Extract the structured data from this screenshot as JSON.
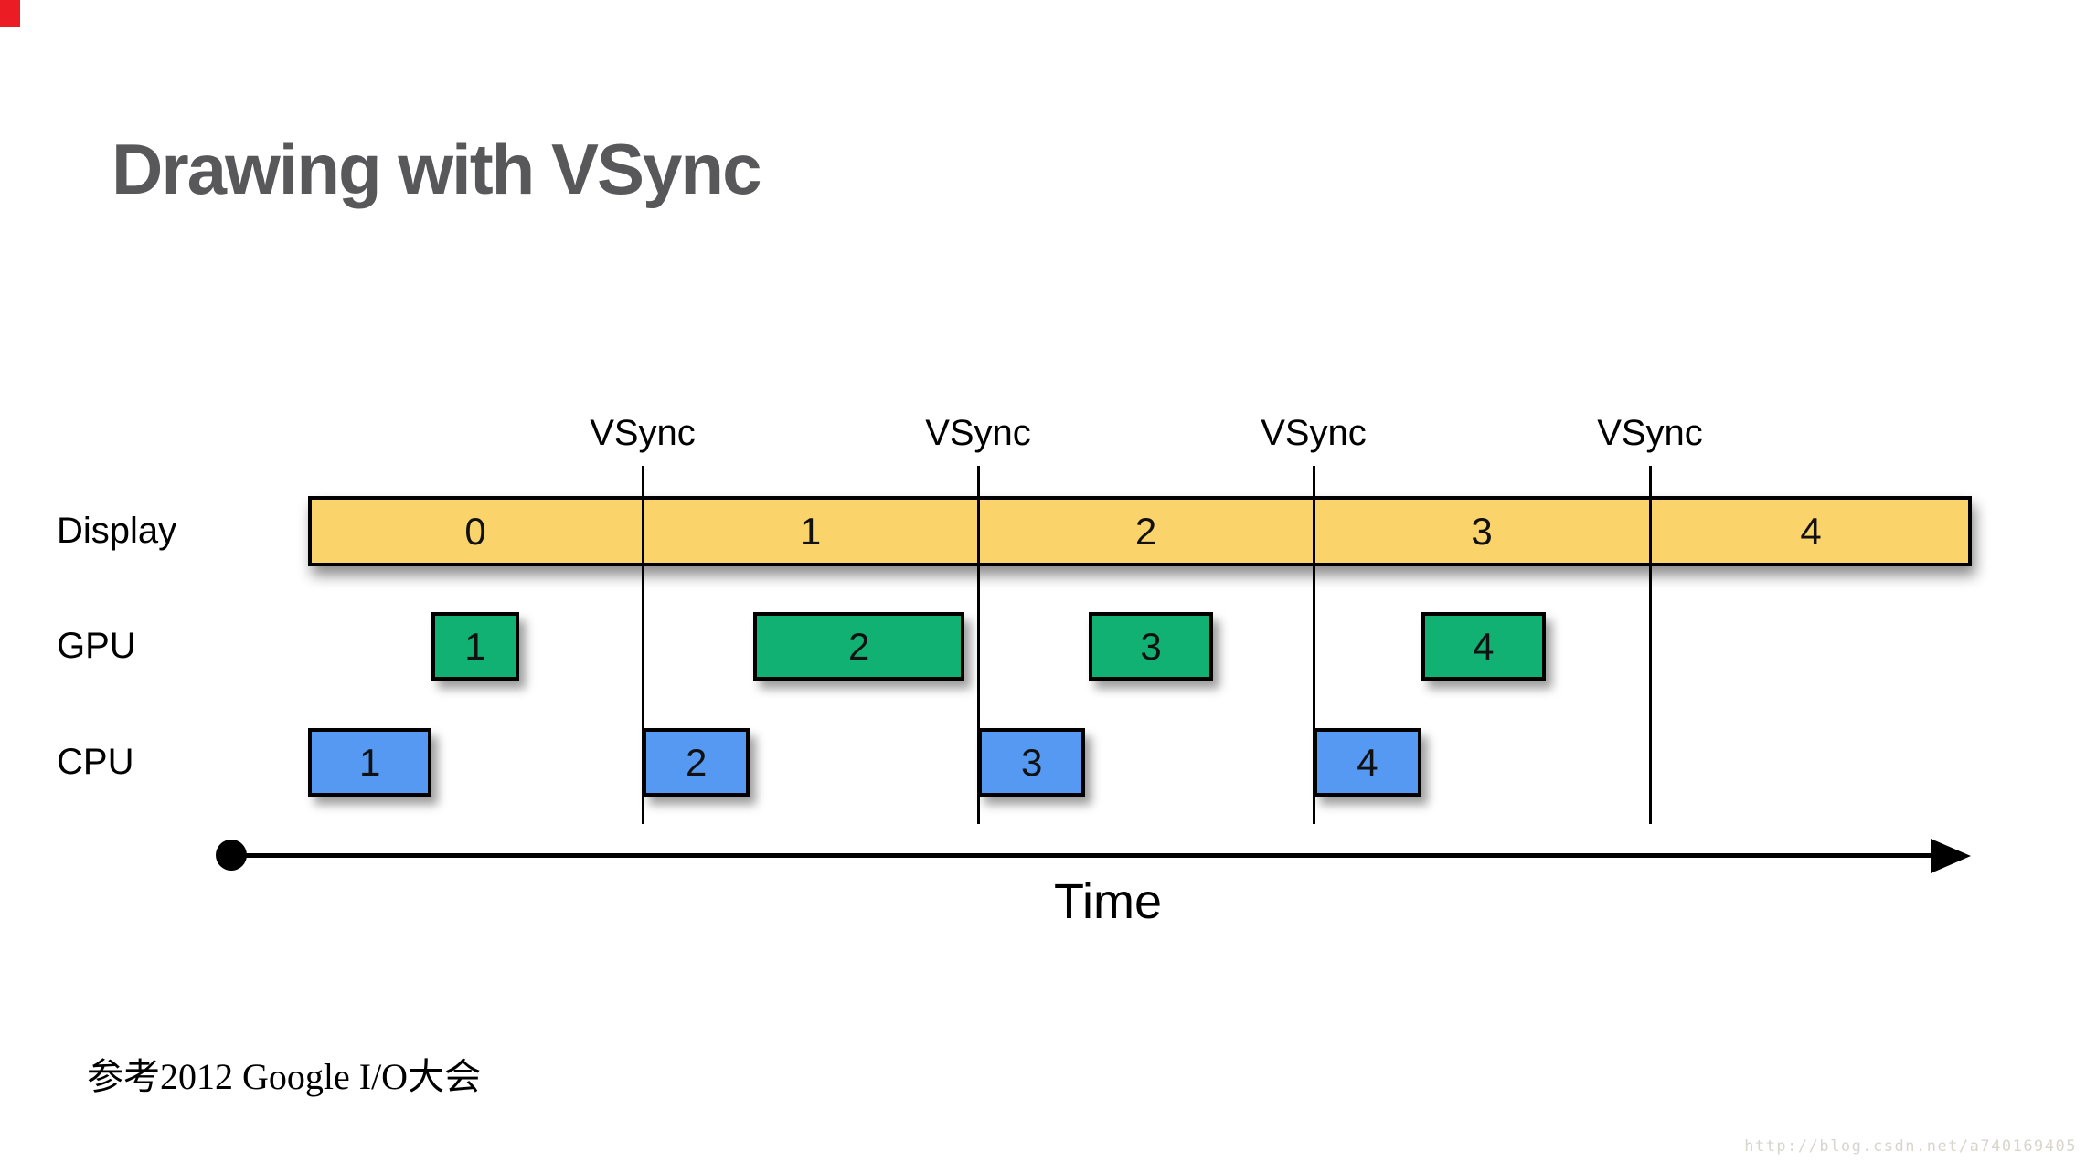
{
  "slide": {
    "title": "Drawing with VSync",
    "caption": "参考2012 Google I/O大会",
    "watermark": "http://blog.csdn.net/a740169405"
  },
  "colors": {
    "title_text": "#58585A",
    "display_bar": "#FBD36B",
    "gpu_box": "#10B173",
    "cpu_box": "#5699F3",
    "box_border": "#000000",
    "watermark_text": "#D8D5CD",
    "corner_fragment": "#EC1C24"
  },
  "chart_data": {
    "type": "timeline",
    "title": "Drawing with VSync",
    "axis_label": "Time",
    "vsync_label": "VSync",
    "vsync_times": [
      1,
      2,
      3,
      4
    ],
    "time_range": [
      0,
      5
    ],
    "rows": [
      {
        "id": "display",
        "label": "Display",
        "kind": "segments",
        "items": [
          {
            "frame": "0",
            "start": 0,
            "end": 1
          },
          {
            "frame": "1",
            "start": 1,
            "end": 2
          },
          {
            "frame": "2",
            "start": 2,
            "end": 3
          },
          {
            "frame": "3",
            "start": 3,
            "end": 4
          },
          {
            "frame": "4",
            "start": 4,
            "end": 5
          }
        ]
      },
      {
        "id": "gpu",
        "label": "GPU",
        "kind": "tasks",
        "items": [
          {
            "frame": "1",
            "start": 0.37,
            "end": 0.63
          },
          {
            "frame": "2",
            "start": 1.33,
            "end": 1.96
          },
          {
            "frame": "3",
            "start": 2.33,
            "end": 2.7
          },
          {
            "frame": "4",
            "start": 3.32,
            "end": 3.69
          }
        ]
      },
      {
        "id": "cpu",
        "label": "CPU",
        "kind": "tasks",
        "items": [
          {
            "frame": "1",
            "start": 0.0,
            "end": 0.37
          },
          {
            "frame": "2",
            "start": 1.0,
            "end": 1.32
          },
          {
            "frame": "3",
            "start": 2.0,
            "end": 2.32
          },
          {
            "frame": "4",
            "start": 3.0,
            "end": 3.32
          }
        ]
      }
    ]
  }
}
